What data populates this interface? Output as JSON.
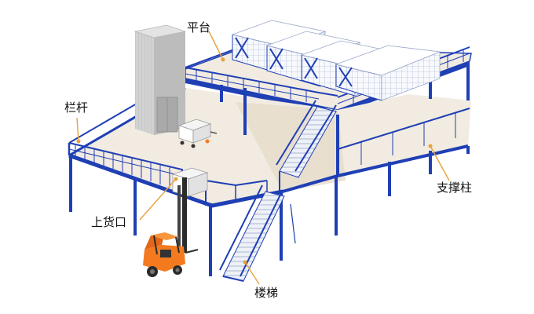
{
  "labels": {
    "platform": "平台",
    "railing": "栏杆",
    "loading_port": "上货口",
    "support_column": "支撑柱",
    "stairs": "楼梯"
  },
  "colors": {
    "steel_blue": "#1f3fb5",
    "deck": "#f1ebe1",
    "deck_shadow": "#e6dccb",
    "rack_grid": "#9aa8c8",
    "lift_gray": "#c9c9c9",
    "forklift_orange": "#f47a1f",
    "callout_line": "#e8a23a"
  }
}
